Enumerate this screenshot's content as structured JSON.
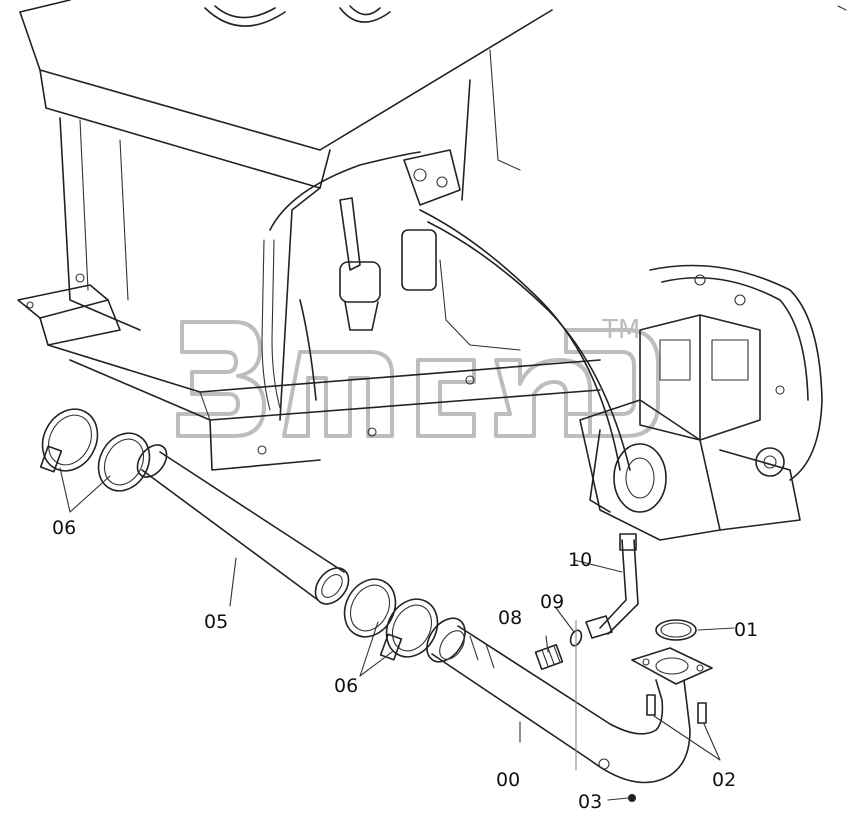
{
  "watermark": {
    "trademark": "TM"
  },
  "callouts": [
    {
      "id": "01",
      "label": "01"
    },
    {
      "id": "02",
      "label": "02"
    },
    {
      "id": "03",
      "label": "03"
    },
    {
      "id": "05",
      "label": "05"
    },
    {
      "id": "06-top",
      "label": "06"
    },
    {
      "id": "06-bottom",
      "label": "06"
    },
    {
      "id": "08",
      "label": "08"
    },
    {
      "id": "09",
      "label": "09"
    },
    {
      "id": "10",
      "label": "10"
    },
    {
      "id": "00",
      "label": "00"
    }
  ],
  "colors": {
    "line": "#222222",
    "watermark": "#bdbdbd",
    "background": "#ffffff"
  }
}
